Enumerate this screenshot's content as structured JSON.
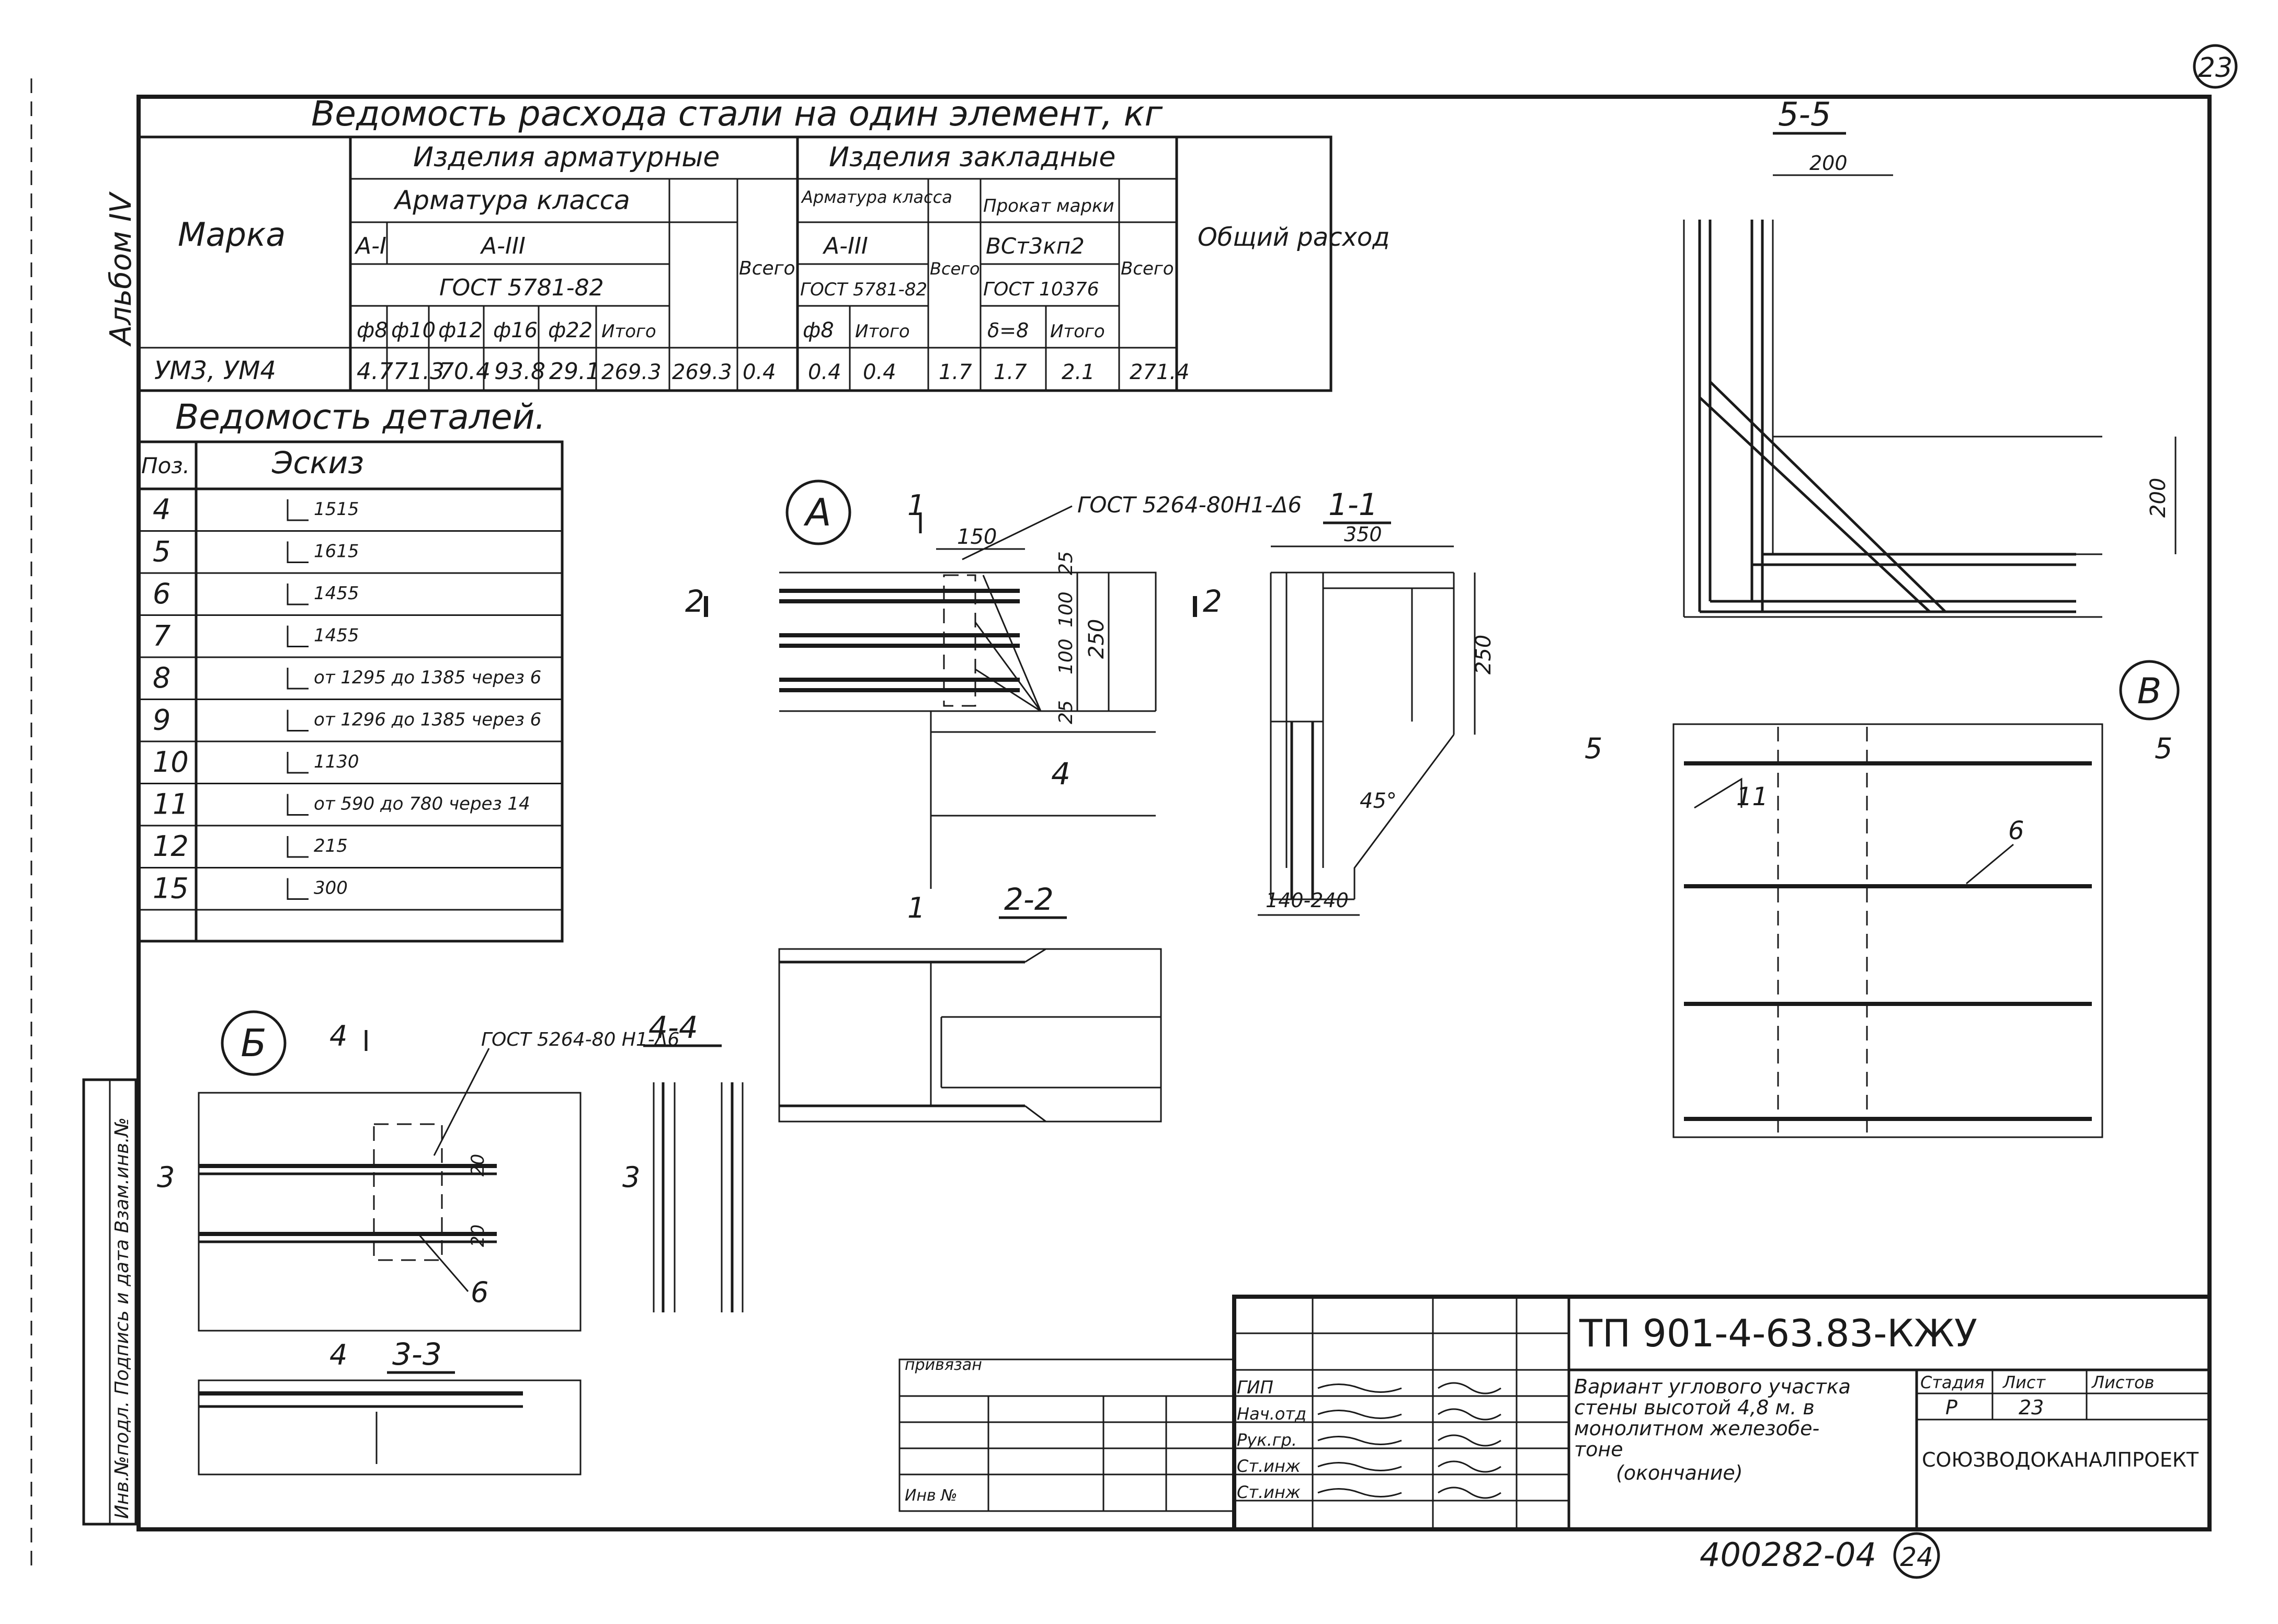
{
  "sheet_number": "23",
  "album_label": "Альбом IV",
  "steel": {
    "title": "Ведомость расхода стали на один элемент, кг",
    "mark_header": "Марка",
    "group_rebar": "Изделия арматурные",
    "group_embedded": "Изделия закладные",
    "rebar_class": "Арматура класса",
    "class_ai": "А-I",
    "class_aiii": "А-III",
    "gost_rebar": "ГОСТ 5781-82",
    "phi8": "ф8",
    "phi10": "ф10",
    "phi12": "ф12",
    "phi16": "ф16",
    "phi22": "ф22",
    "itogo": "Итого",
    "vsego": "Всего",
    "emb_rebar_class": "Арматура класса",
    "emb_class": "А-III",
    "emb_gost": "ГОСТ 5781-82",
    "emb_phi8": "ф8",
    "emb_itogo": "Итого",
    "emb_vsego": "Всего",
    "rolled": "Прокат марки",
    "rolled_grade": "ВСт3кп2",
    "rolled_gost": "ГОСТ 10376",
    "rolled_size": "δ=8",
    "rolled_itogo": "Итого",
    "rolled_vsego": "Всего",
    "total_header": "Общий расход",
    "row": [
      "УМ3, УМ4",
      "4.7",
      "71.3",
      "70.4",
      "93.8",
      "29.1",
      "269.3",
      "269.3",
      "0.4",
      "0.4",
      "0.4",
      "1.7",
      "1.7",
      "2.1",
      "271.4"
    ]
  },
  "details": {
    "title": "Ведомость деталей.",
    "col_pos": "Поз.",
    "col_sketch": "Эскиз",
    "rows": [
      {
        "pos": "4",
        "note": "1515"
      },
      {
        "pos": "5",
        "note": "1615"
      },
      {
        "pos": "6",
        "note": "1455"
      },
      {
        "pos": "7",
        "note": "1455"
      },
      {
        "pos": "8",
        "note": "от 1295 до 1385 через 6"
      },
      {
        "pos": "9",
        "note": "от 1296 до 1385 через 6"
      },
      {
        "pos": "10",
        "note": "1130"
      },
      {
        "pos": "11",
        "note": "от 590 до 780 через 14"
      },
      {
        "pos": "12",
        "note": "215"
      },
      {
        "pos": "15",
        "note": "300"
      }
    ]
  },
  "view_a": {
    "circle": "А",
    "gost_note": "ГОСТ 5264-80Н1-Δ6",
    "cut1": "1",
    "cut2": "2",
    "dim_150": "150",
    "dim_25a": "25",
    "dim_100a": "100",
    "dim_100b": "100",
    "dim_25b": "25",
    "dim_250": "250",
    "leader": "4",
    "sec22": "2-2"
  },
  "section11": {
    "title": "1-1",
    "dim_350": "350",
    "dim_250": "250",
    "angle": "45°",
    "dim_bottom": "140-240"
  },
  "view_b": {
    "circle": "Б",
    "cut4": "4",
    "gost_note": "ГОСТ 5264-80 Н1-Δ6",
    "dim_20a": "20",
    "dim_20b": "20",
    "cut3": "3",
    "leader": "6",
    "sec33": "3-3"
  },
  "section44": {
    "title": "4-4"
  },
  "section55": {
    "title": "5-5",
    "dim_200top": "200",
    "dim_200side": "200"
  },
  "view_v": {
    "circle": "В",
    "cut5": "5",
    "leader11": "11",
    "leader6": "6"
  },
  "stamp": {
    "code": "ТП 901-4-63.83-КЖУ",
    "desc1": "Вариант углового участка",
    "desc2": "стены высотой 4,8 м. в",
    "desc3": "монолитном железобе-",
    "desc4": "тоне",
    "desc5": "(окончание)",
    "stage_hdr": "Стадия",
    "sheet_hdr": "Лист",
    "sheets_hdr": "Листов",
    "stage": "Р",
    "sheet": "23",
    "org": "СОЮЗВОДОКАНАЛПРОЕКТ",
    "roles": [
      "ГИП",
      "Нач.отд",
      "Рук.гр.",
      "Ст.инж",
      "Ст.инж"
    ],
    "privyazan": "привязан",
    "inv": "Инв №"
  },
  "side_strip": "Инв.№подл. Подпись и дата Взам.инв.№",
  "bottom_code": "400282-04",
  "bottom_circle": "24"
}
